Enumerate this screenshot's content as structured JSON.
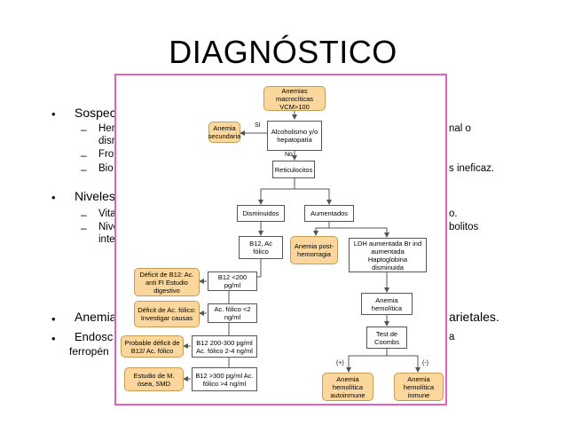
{
  "slide": {
    "title": "DIAGNÓSTICO",
    "bullets_left": [
      {
        "text": "Sospec"
      },
      {
        "text": "Niveles"
      },
      {
        "text": "Anemia"
      },
      {
        "text": "Endosc"
      }
    ],
    "sub_left": [
      {
        "text": "Her"
      },
      {
        "text": "disr"
      },
      {
        "text": "Fro"
      },
      {
        "text": "Bio"
      },
      {
        "text": "Vita"
      },
      {
        "text": "Nive"
      },
      {
        "text": "inte"
      }
    ],
    "fragments_right": [
      {
        "text": "nal o"
      },
      {
        "text": "s ineficaz."
      },
      {
        "text": "o."
      },
      {
        "text": "bolitos"
      },
      {
        "text": "arietales."
      },
      {
        "text": "a"
      }
    ],
    "fragment_bottom": "ferropén"
  },
  "flowchart": {
    "nodes": [
      {
        "text": "Anemias macrocíticas VCM>100"
      },
      {
        "text": "Anemia secundaria"
      },
      {
        "text": "Alcoholismo y/o hepatopatía"
      },
      {
        "text": "Reticulocitos"
      },
      {
        "text": "Disminuidos"
      },
      {
        "text": "Aumentados"
      },
      {
        "text": "B12, Ac fólico"
      },
      {
        "text": "Anemia post-hemorragia"
      },
      {
        "text": "LDH aumentada Br ind aumentada Haptoglobina disminuida"
      },
      {
        "text": "Déficit de B12: Ac. anti FI Estudio digestivo"
      },
      {
        "text": "B12 <200 pg/ml"
      },
      {
        "text": "Déficit de Ac. fólico: Investigar causas"
      },
      {
        "text": "Ac. fólico <2 ng/ml"
      },
      {
        "text": "Anemia hemolítica"
      },
      {
        "text": "Test de Coombs"
      },
      {
        "text": "Probable déficit de B12/ Ac. fólico"
      },
      {
        "text": "B12 200-300 pg/ml Ac. fólico 2-4 ng/ml"
      },
      {
        "text": "Estudio de M. ósea, SMD"
      },
      {
        "text": "B12 >300 pg/ml Ac. fólico >4 ng/ml"
      },
      {
        "text": "Anemia hemolítica autoinmune"
      },
      {
        "text": "Anemia hemolítica inmune"
      }
    ],
    "labels": {
      "yes": "Sí",
      "no": "No",
      "pos": "(+)",
      "neg": "(-)"
    }
  }
}
